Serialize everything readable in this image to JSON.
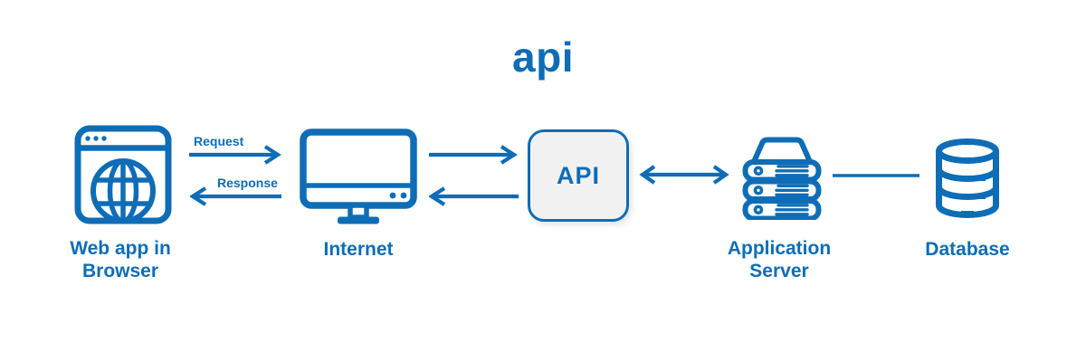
{
  "title": "api",
  "colors": {
    "accent": "#0e6db6",
    "api_fill": "#f1f1f1"
  },
  "nodes": {
    "browser": {
      "label": [
        "Web app in",
        "Browser"
      ],
      "icon": "web-browser-globe"
    },
    "internet": {
      "label": "Internet",
      "icon": "desktop-monitor"
    },
    "api": {
      "label": "API"
    },
    "app_server": {
      "label": [
        "Application",
        "Server"
      ],
      "icon": "server-stack"
    },
    "database": {
      "label": "Database",
      "icon": "database-cylinder"
    }
  },
  "edges": {
    "request": {
      "label": "Request",
      "direction": "browser-to-internet"
    },
    "response": {
      "label": "Response",
      "direction": "internet-to-browser"
    },
    "internet_to_api": {
      "direction": "internet-to-api"
    },
    "api_to_internet": {
      "direction": "api-to-internet"
    },
    "api_appserver": {
      "direction": "bidirectional"
    },
    "appserver_database": {
      "direction": "plain-line"
    }
  }
}
